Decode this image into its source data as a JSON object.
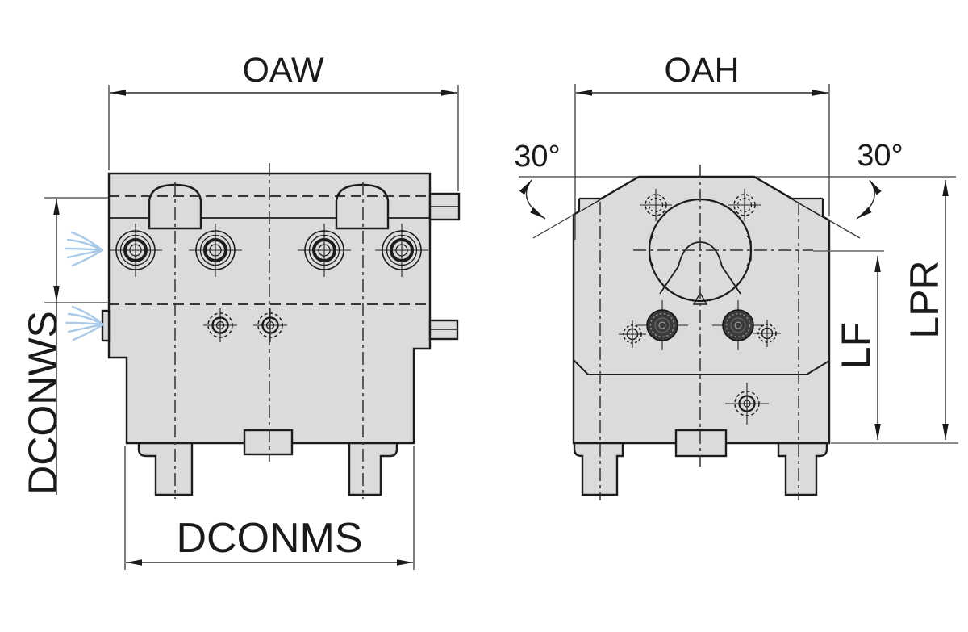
{
  "drawing": {
    "front_view": {
      "width_dim": "OAW",
      "station_offset_dim": "DCONWS",
      "mount_width_dim": "DCONMS"
    },
    "side_view": {
      "height_dim": "OAH",
      "left_chamfer_angle": "30°",
      "right_chamfer_angle": "30°",
      "face_length_dim": "LF",
      "protrusion_length_dim": "LPR"
    },
    "colors": {
      "body_fill": "#d9dbdc",
      "outline": "#1c1c1c",
      "coolant_spray": "#a9c9e8",
      "background": "#ffffff"
    }
  }
}
